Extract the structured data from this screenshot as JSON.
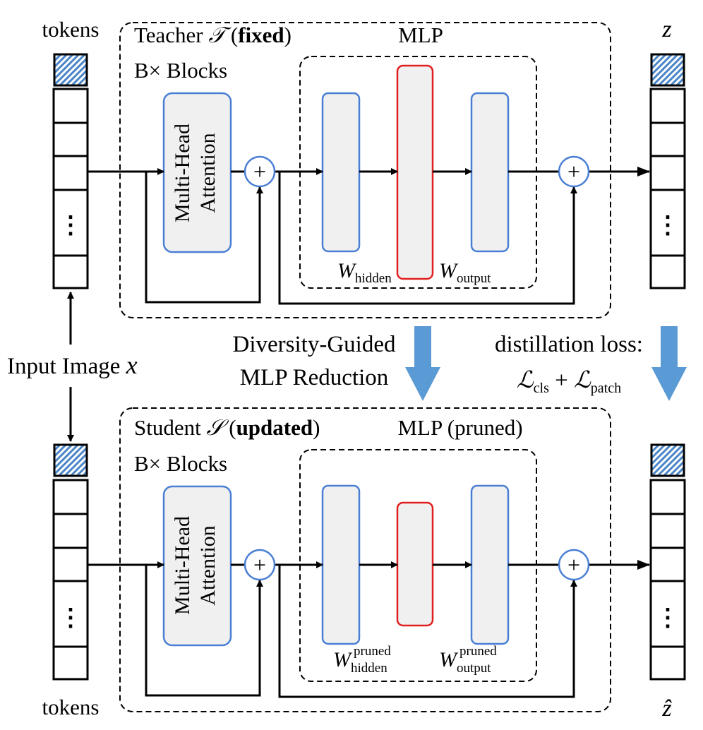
{
  "teacher": {
    "label_prefix": "Teacher ",
    "symbol": "𝒯",
    "state_open": " (",
    "state": "fixed",
    "state_close": ")",
    "blocks_label": "B× Blocks",
    "attention_label_line1": "Multi-Head",
    "attention_label_line2": "Attention",
    "mlp_label": "MLP",
    "w_hidden": "W",
    "w_hidden_sub": "hidden",
    "w_output": "W",
    "w_output_sub": "output"
  },
  "student": {
    "label_prefix": "Student ",
    "symbol": "𝒮",
    "state_open": " (",
    "state": "updated",
    "state_close": ")",
    "blocks_label": "B× Blocks",
    "attention_label_line1": "Multi-Head",
    "attention_label_line2": "Attention",
    "mlp_label": "MLP (pruned)",
    "w_hidden": "W",
    "w_hidden_sub": "hidden",
    "w_hidden_sup": "pruned",
    "w_output": "W",
    "w_output_sub": "output",
    "w_output_sup": "pruned"
  },
  "tokens_top_label": "tokens",
  "tokens_bottom_label": "tokens",
  "ellipsis": "⋮",
  "plus": "+",
  "input_label": "Input Image ",
  "input_symbol": "x",
  "output_top_symbol": "z",
  "output_bottom_symbol": "ẑ",
  "reduction_line1": "Diversity-Guided",
  "reduction_line2": "MLP Reduction",
  "loss_line1": "distillation loss:",
  "loss_L": "ℒ",
  "loss_cls": "cls",
  "loss_plus": " + ",
  "loss_patch": "patch",
  "colors": {
    "blue": "#4a7fd4",
    "red": "#e02020",
    "arrow_blue": "#5b9bd5",
    "token_hatch": "#4a86c8"
  }
}
